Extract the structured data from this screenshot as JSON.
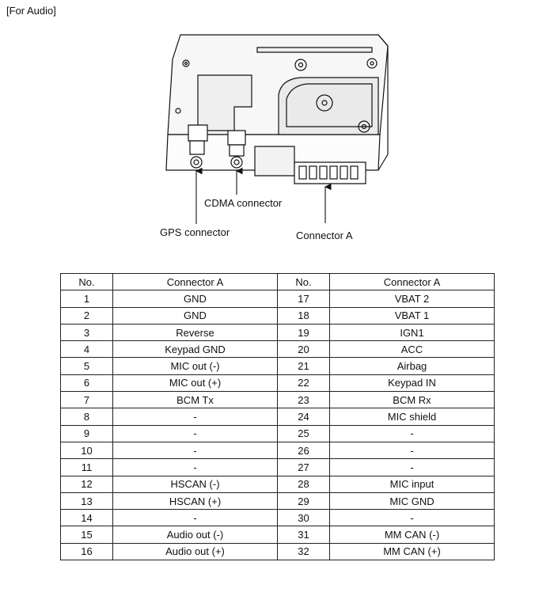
{
  "section_title": "[For Audio]",
  "diagram": {
    "label_gps": "GPS connector",
    "label_cdma": "CDMA connector",
    "label_connector_a": "Connector A"
  },
  "table": {
    "headers": [
      "No.",
      "Connector A",
      "No.",
      "Connector A"
    ],
    "rows": [
      [
        "1",
        "GND",
        "17",
        "VBAT 2"
      ],
      [
        "2",
        "GND",
        "18",
        "VBAT 1"
      ],
      [
        "3",
        "Reverse",
        "19",
        "IGN1"
      ],
      [
        "4",
        "Keypad GND",
        "20",
        "ACC"
      ],
      [
        "5",
        "MIC out (-)",
        "21",
        "Airbag"
      ],
      [
        "6",
        "MIC out (+)",
        "22",
        "Keypad IN"
      ],
      [
        "7",
        "BCM Tx",
        "23",
        "BCM Rx"
      ],
      [
        "8",
        "-",
        "24",
        "MIC shield"
      ],
      [
        "9",
        "-",
        "25",
        "-"
      ],
      [
        "10",
        "-",
        "26",
        "-"
      ],
      [
        "11",
        "-",
        "27",
        "-"
      ],
      [
        "12",
        "HSCAN (-)",
        "28",
        "MIC input"
      ],
      [
        "13",
        "HSCAN (+)",
        "29",
        "MIC GND"
      ],
      [
        "14",
        "-",
        "30",
        "-"
      ],
      [
        "15",
        "Audio out (-)",
        "31",
        "MM CAN (-)"
      ],
      [
        "16",
        "Audio out (+)",
        "32",
        "MM CAN (+)"
      ]
    ]
  }
}
